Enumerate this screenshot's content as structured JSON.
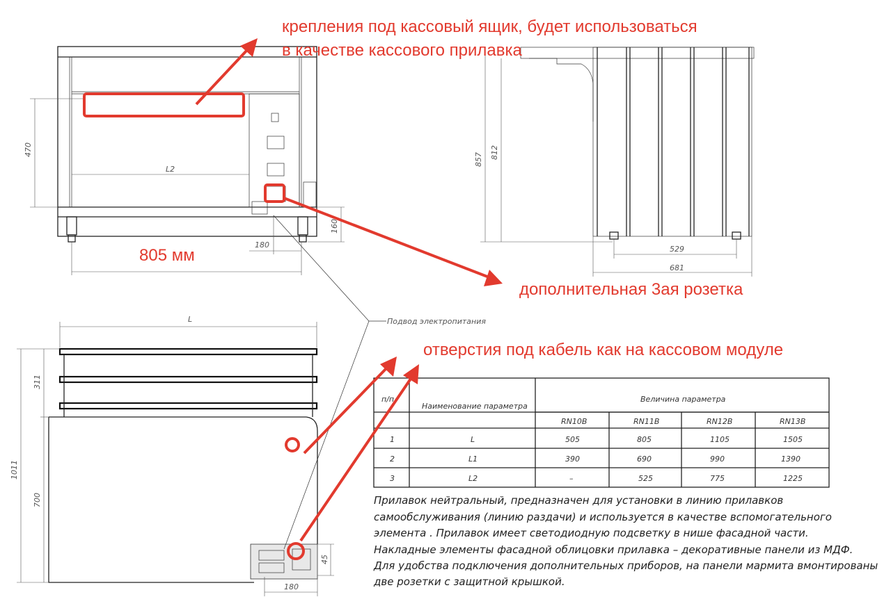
{
  "annotations": {
    "mount_line1": "крепления под кассовый ящик, будет использоваться",
    "mount_line2": "в качестве кассового прилавка",
    "width_mm": "805 мм",
    "socket": "дополнительная 3ая розетка",
    "cable": "отверстия под кабель как на кассовом модуле",
    "color": "#e23a2e"
  },
  "front_view": {
    "dim_470": "470",
    "dim_L2": "L2",
    "dim_180": "180",
    "dim_160": "160"
  },
  "side_view": {
    "dim_857": "857",
    "dim_812": "812",
    "dim_529": "529",
    "dim_681": "681"
  },
  "top_view": {
    "dim_L": "L",
    "dim_1011": "1011",
    "dim_311": "311",
    "dim_700": "700",
    "dim_45": "45",
    "dim_180": "180"
  },
  "power_label": "Подвод электропитания",
  "table": {
    "col_num": "п/п",
    "col_name": "Наименование параметра",
    "col_value": "Величина параметра",
    "models": [
      "RN10B",
      "RN11B",
      "RN12B",
      "RN13B"
    ],
    "rows": [
      {
        "n": "1",
        "param": "L",
        "values": [
          "505",
          "805",
          "1105",
          "1505"
        ]
      },
      {
        "n": "2",
        "param": "L1",
        "values": [
          "390",
          "690",
          "990",
          "1390"
        ]
      },
      {
        "n": "3",
        "param": "L2",
        "values": [
          "–",
          "525",
          "775",
          "1225"
        ]
      }
    ]
  },
  "description": [
    "Прилавок нейтральный, предназначен для установки в линию прилавков",
    "самообслуживания (линию раздачи) и используется в качестве вспомогательного",
    "элемента . Прилавок имеет светодиодную подсветку в нише фасадной части.",
    "Накладные элементы фасадной облицовки прилавка – декоративные панели из МДФ.",
    "Для удобства подключения дополнительных приборов, на панели мармита вмонтированы",
    "две розетки с защитной крышкой."
  ]
}
